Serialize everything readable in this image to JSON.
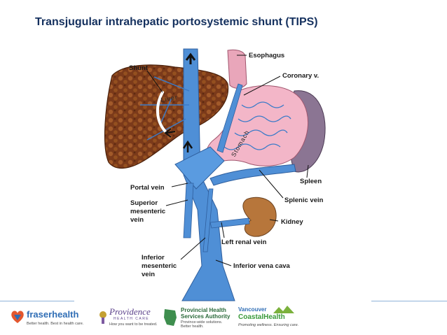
{
  "title": "Transjugular intrahepatic portosystemic shunt (TIPS)",
  "labels": {
    "shunt": "Shunt",
    "esophagus": "Esophagus",
    "coronary": "Coronary v.",
    "liver": "Liver",
    "stomach": "Stomach",
    "spleen": "Spleen",
    "portal_vein": "Portal vein",
    "splenic_vein": "Splenic vein",
    "superior_mesenteric_vein": [
      "Superior",
      "mesenteric",
      "vein"
    ],
    "kidney": "Kidney",
    "left_renal_vein": "Left renal vein",
    "inferior_mesenteric_vein": [
      "Inferior",
      "mesenteric",
      "vein"
    ],
    "inferior_vena_cava": "Inferior  vena cava"
  },
  "footer": {
    "fraser": {
      "name_a": "fraser",
      "name_b": "health",
      "tagline": "Better health. Best in health care."
    },
    "providence": {
      "name": "Providence",
      "sub": "HEALTH CARE",
      "tagline": "How you want to be treated."
    },
    "phsa": {
      "line1": "Provincial Health",
      "line2": "Services Authority",
      "tagline1": "Province-wide solutions.",
      "tagline2": "Better health."
    },
    "vch": {
      "line1": "Vancouver",
      "line2": "CoastalHealth",
      "tagline": "Promoting wellness. Ensuring care."
    }
  },
  "colors": {
    "title": "#14305e",
    "vein": "#4f8fd6",
    "vein_dark": "#2f5f9e",
    "liver": "#7a3a18",
    "stomach": "#f2b3c6",
    "spleen": "#8a7490",
    "kidney": "#b7763b"
  }
}
